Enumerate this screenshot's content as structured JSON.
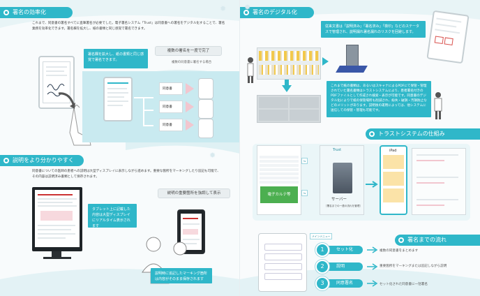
{
  "left": {
    "section1": {
      "title": "署名の効率化",
      "body": "これまで、同意書の署名すべてに直筆署名が必要でした。電子署名システム「Trust」は同意書への署名をデジタル化することで、署名業務を効率化できます。署名欄を拡大し、紙の書類と同じ感覚で署名できます。",
      "callout": "署名欄を拡大し、紙の書類と同じ感覚で署名できます。",
      "tag": "複数の署名を一度で完了",
      "caption": "複数の同意書に署名する場合",
      "doc_labels": [
        "同意書",
        "同意書",
        "同意書"
      ]
    },
    "section2": {
      "title": "説明をより分かりやすく",
      "body": "同意書についての医師の患者への説明は大型ディスプレイに表示しながら進めます。重要な箇所をマーキングしたり追記も可能で、その内容は説明済み書類として保存されます。",
      "tag": "説明の重要箇所を強調して表示",
      "callout1": "タブレット上に記載した内容は大型ディスプレイにリアルタイム表示されます",
      "callout2": "説明時に追記したマーキング箇所は内容がそのまま保存されます"
    }
  },
  "right": {
    "section1": {
      "title": "署名のデジタル化",
      "callout1": "従来文書は「説明済み」「署名済み」「検印」などのステータスで管理され、説明漏れ署名漏れのリスクを回避します。",
      "callout2": "これまで紙の書類は、あるいはスキャナによるPDFにて保管・管理されていた署名書類はトラストシステムにより、患者署名付きのPDFファイルとして作成され検索・表示が可能です。同意書のデジタル化によりで紙の保管場所も削減され、紛失・破損・汚損防止などのメリットがあります。説明後の運用によっては、他システムに送信しての保管・管理も可能です。"
    },
    "section2": {
      "title": "トラストシステムの仕組み",
      "box1_label": "電子カルテ等",
      "box2_label": "サーバー",
      "box3_label": "iPad",
      "server_caption": "［署名までの一連の流れを管理］",
      "trust_label": "Trust"
    },
    "section3": {
      "title": "署名までの流れ",
      "menu_label": "メインメニュー",
      "steps": [
        {
          "num": "1",
          "label": "セット化",
          "desc": "複数の同意書をまとめます"
        },
        {
          "num": "2",
          "label": "説明",
          "desc": "重要箇所をマーキングまたは追記しながら説明"
        },
        {
          "num": "3",
          "label": "同意署名",
          "desc": "セット化された同意書に一括署名"
        }
      ]
    }
  }
}
